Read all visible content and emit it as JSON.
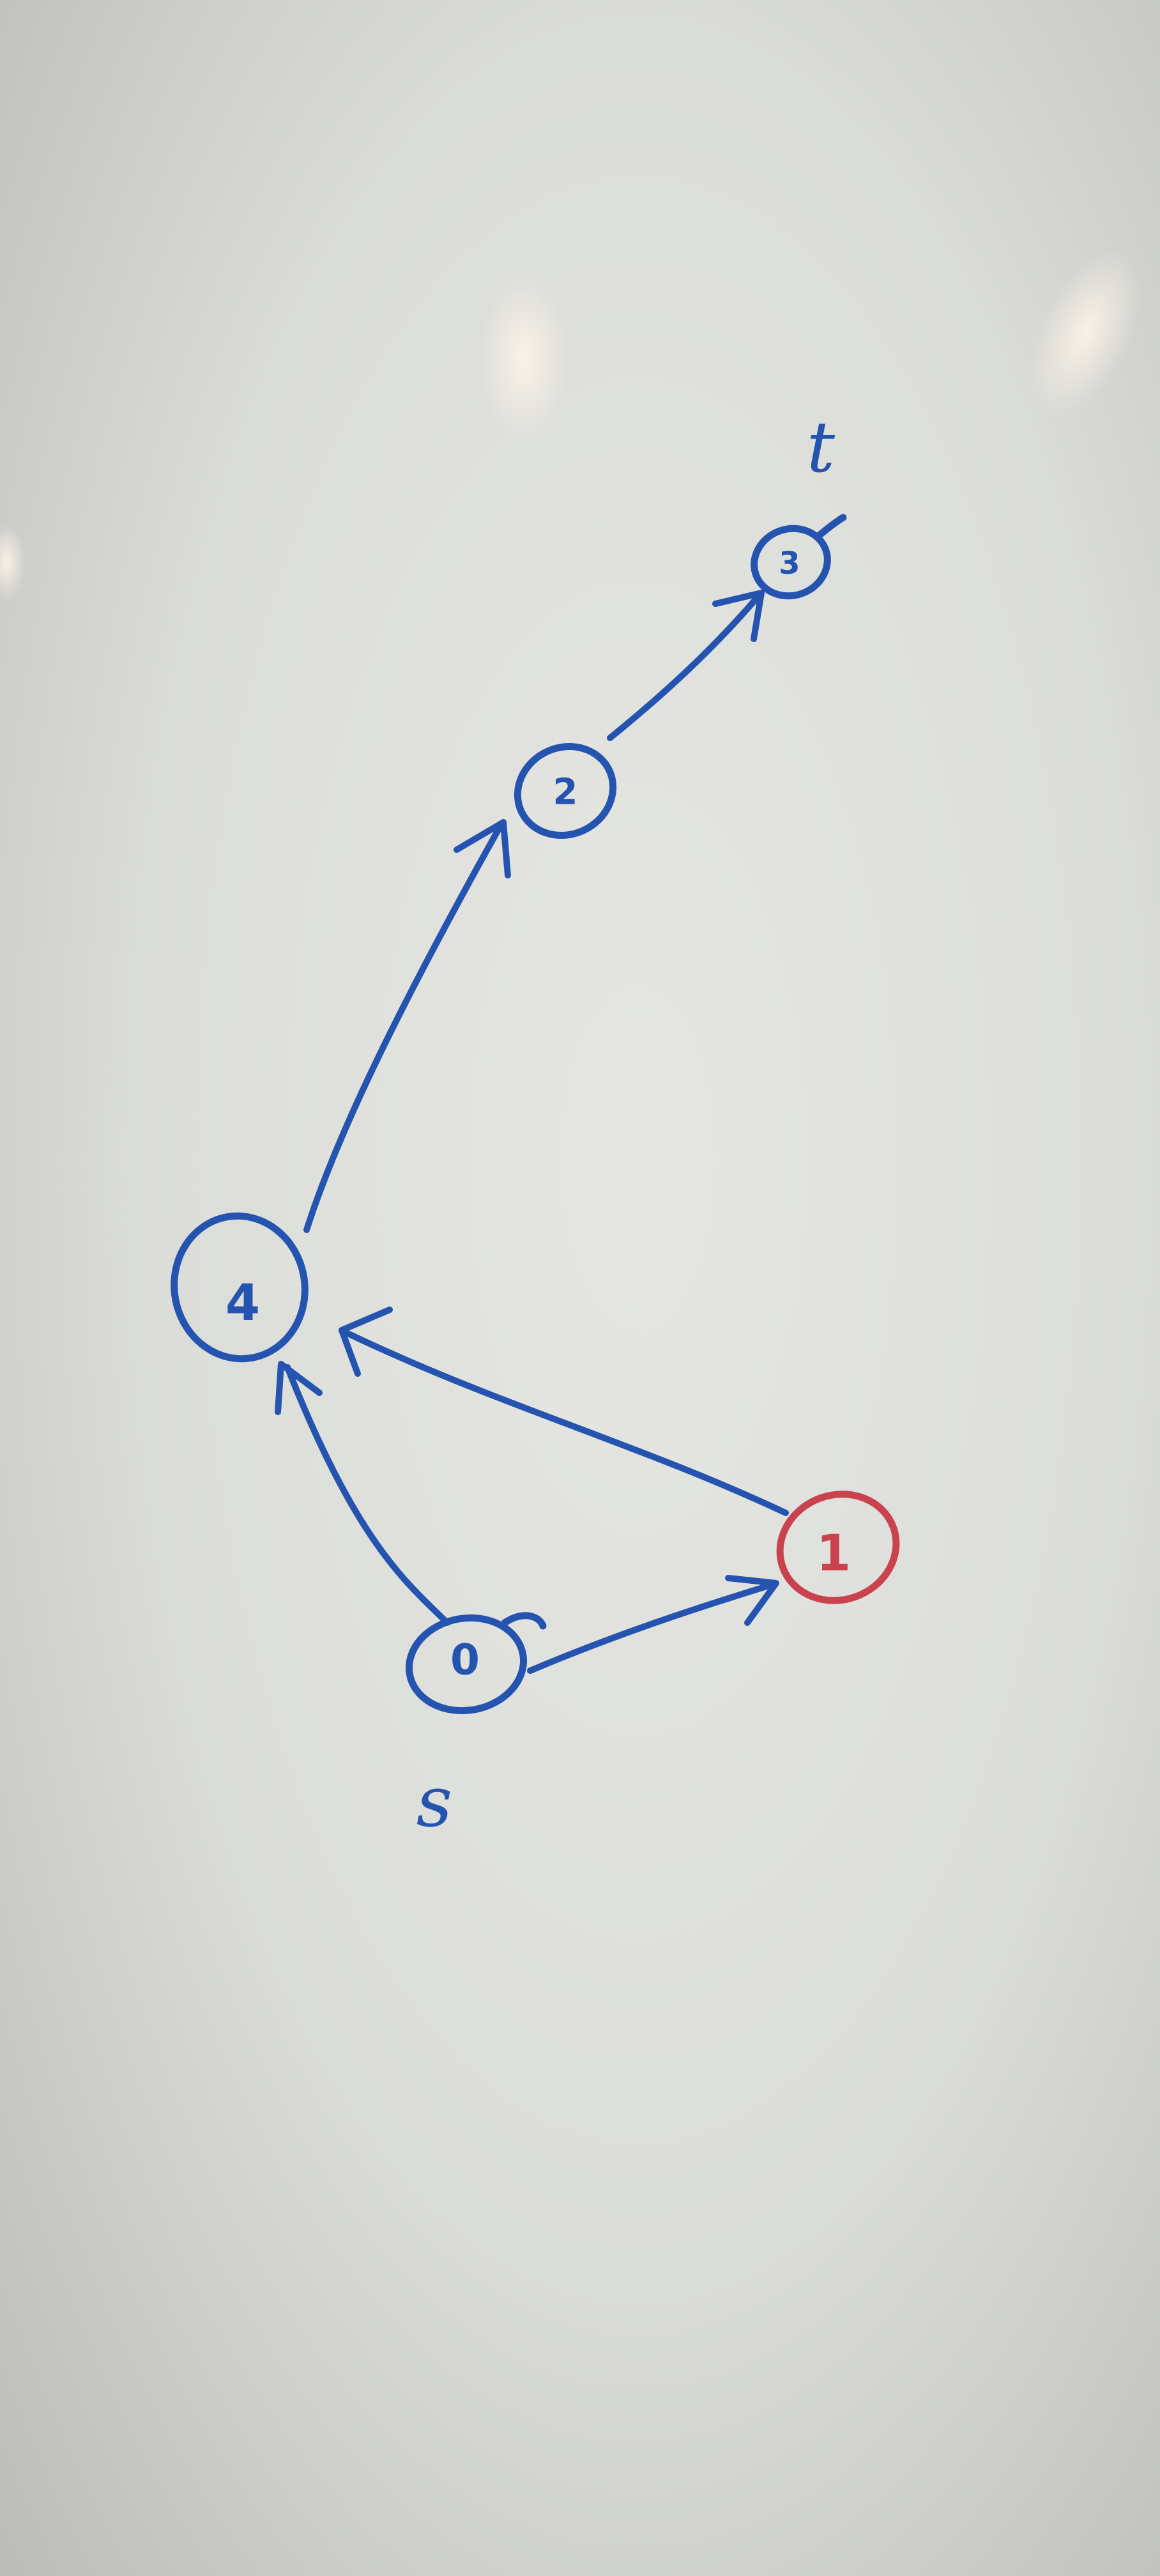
{
  "diagram": {
    "type": "directed-graph",
    "marker_color": "#2453b0",
    "highlight_color": "#c9434f",
    "nodes": [
      {
        "id": "n0",
        "label": "0",
        "color": "#2453b0"
      },
      {
        "id": "n1",
        "label": "1",
        "color": "#c9434f"
      },
      {
        "id": "n2",
        "label": "2",
        "color": "#2453b0"
      },
      {
        "id": "n3",
        "label": "3",
        "color": "#2453b0"
      },
      {
        "id": "n4",
        "label": "4",
        "color": "#2453b0"
      }
    ],
    "edges": [
      {
        "from": "0",
        "to": "4"
      },
      {
        "from": "0",
        "to": "1"
      },
      {
        "from": "1",
        "to": "4"
      },
      {
        "from": "4",
        "to": "2"
      },
      {
        "from": "2",
        "to": "3"
      }
    ],
    "source_label": "s",
    "target_label": "t"
  }
}
